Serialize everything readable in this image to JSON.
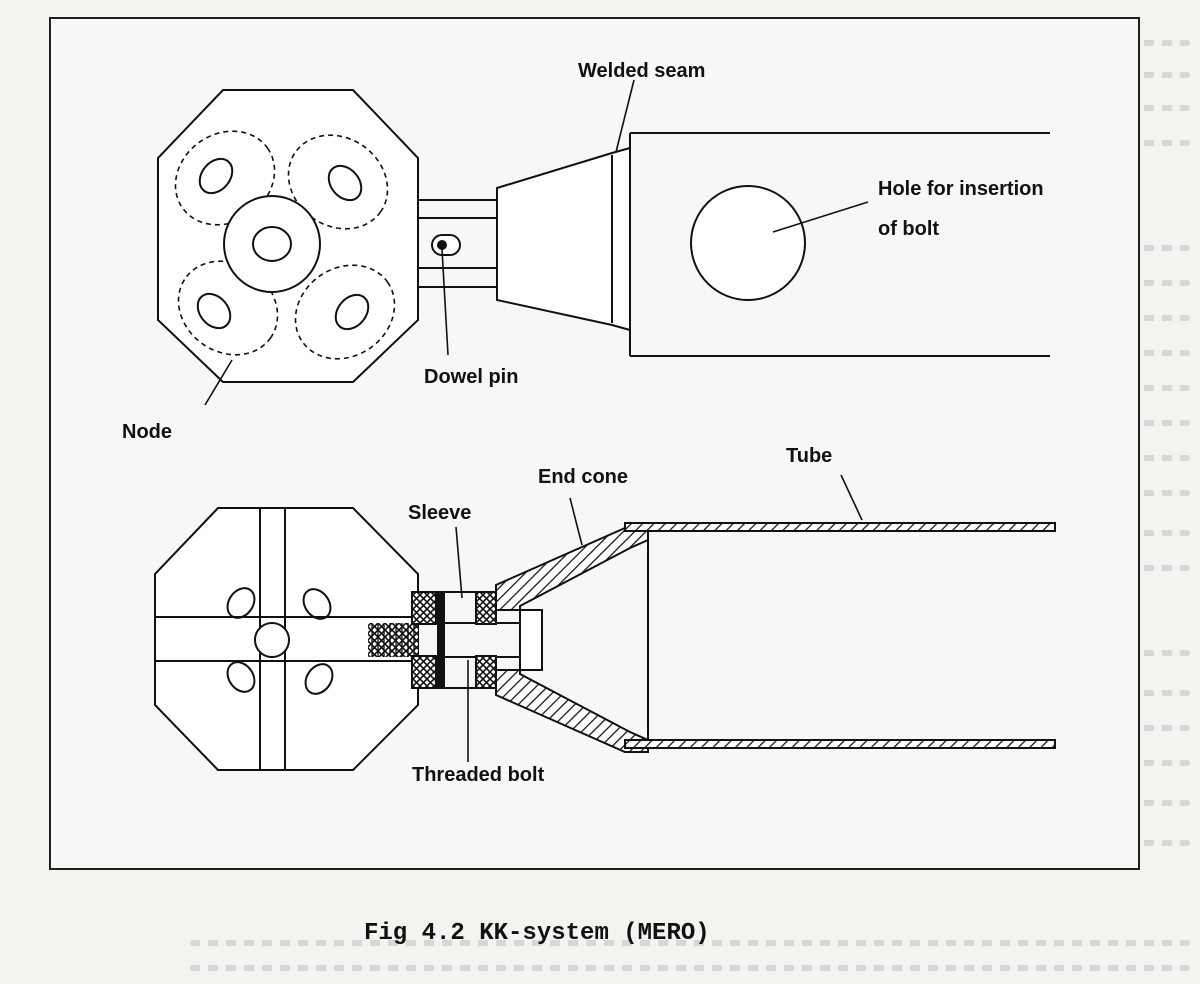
{
  "labels": {
    "welded_seam": "Welded seam",
    "hole_line1": "Hole for insertion",
    "hole_line2": "of bolt",
    "dowel_pin": "Dowel pin",
    "node": "Node",
    "tube": "Tube",
    "end_cone": "End cone",
    "sleeve": "Sleeve",
    "threaded_bolt": "Threaded bolt"
  },
  "caption": "Fig 4.2 KK-system (MERO)"
}
